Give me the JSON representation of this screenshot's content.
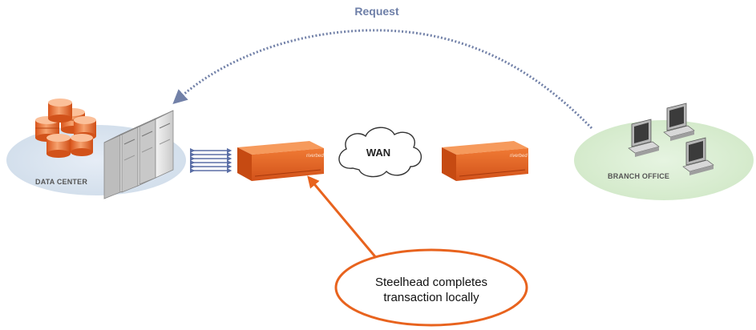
{
  "labels": {
    "request": "Request",
    "data_center": "DATA CENTER",
    "branch_office": "BRANCH OFFICE",
    "wan": "WAN",
    "callout_line1": "Steelhead completes",
    "callout_line2": "transaction locally",
    "appliance_brand": "riverbed"
  },
  "colors": {
    "request_arrow": "#7281a8",
    "data_center_zone": "#dbe5f0",
    "branch_office_zone": "#ddefd6",
    "appliance_orange": "#e8631e",
    "callout_orange": "#e8631e",
    "parallel_arrows": "#5b6fa6"
  },
  "icons": {
    "databases": "database-stack-icon",
    "servers": "server-rack-icon",
    "appliance": "steelhead-appliance-icon",
    "cloud": "wan-cloud-icon",
    "workstations": "workstation-icon"
  }
}
